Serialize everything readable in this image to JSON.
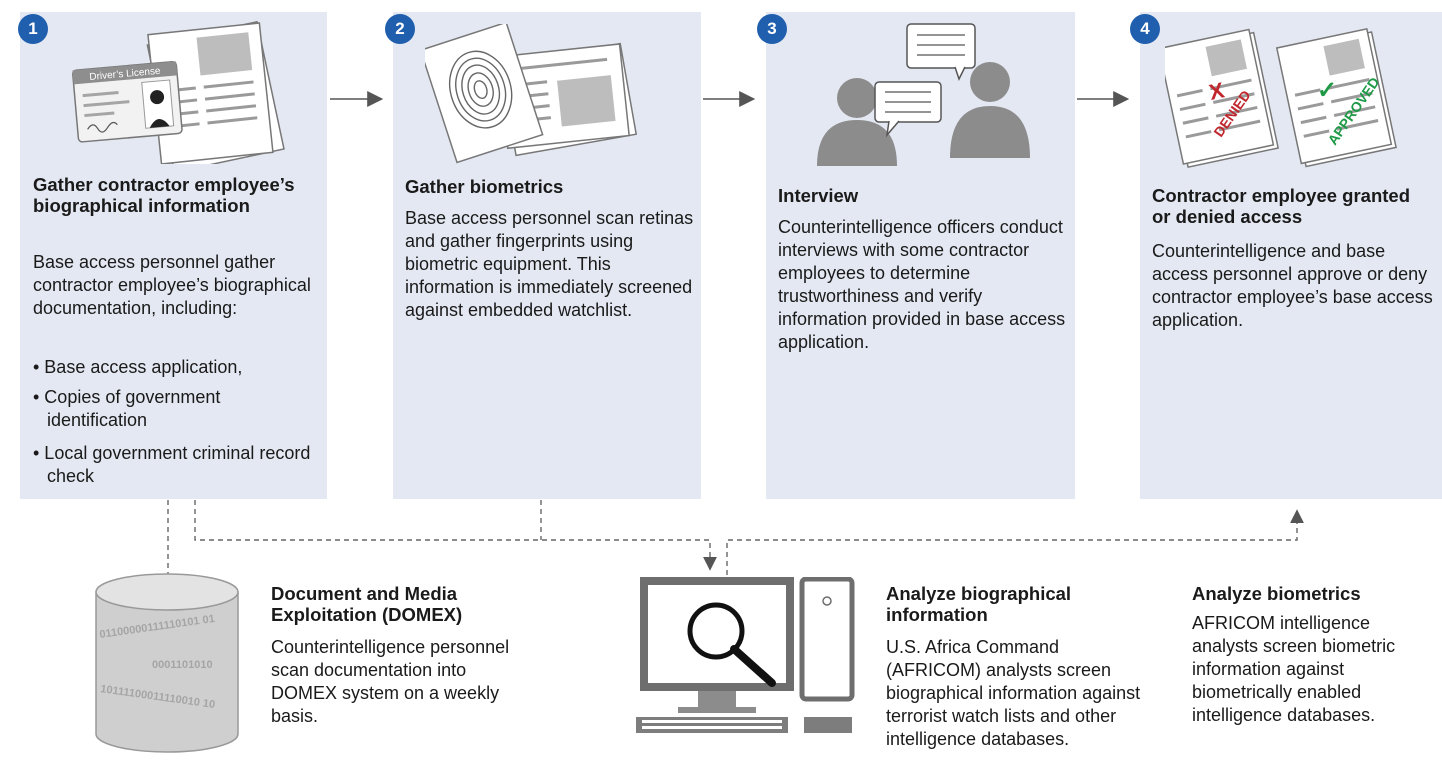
{
  "steps": [
    {
      "number": "1",
      "title": "Gather contractor employee’s biographical information",
      "body": "Base access personnel gather contractor employee’s biographical documentation, including:",
      "bullets": [
        "• Base access application,",
        "• Copies of government identification",
        "• Local government criminal record check"
      ],
      "license_label": "Driver’s License"
    },
    {
      "number": "2",
      "title": "Gather biometrics",
      "body": "Base access personnel  scan retinas and gather fingerprints using biometric equipment. This information is immediately screened against embedded watchlist."
    },
    {
      "number": "3",
      "title": "Interview",
      "body": "Counterintelligence officers conduct interviews with some contractor employees to determine trustworthiness and verify information provided in base access application."
    },
    {
      "number": "4",
      "title": "Contractor employee granted or denied access",
      "body": "Counterintelligence and base access personnel approve or deny contractor employee’s base access application.",
      "denied_label": "DENIED",
      "approved_label": "APPROVED",
      "x_mark": "X",
      "check_mark": "✓"
    }
  ],
  "lower": {
    "domex": {
      "title": "Document and Media Exploitation (DOMEX)",
      "body": "Counterintelligence personnel scan documentation into DOMEX system on a weekly basis.",
      "binary": [
        "01100000111110101 01",
        "0001101010",
        "10111100011110010 10"
      ]
    },
    "bio": {
      "title": "Analyze biographical information",
      "body": "U.S. Africa Command (AFRICOM) analysts screen biographical information against terrorist watch lists and other intelligence databases."
    },
    "biometrics": {
      "title": "Analyze biometrics",
      "body": "AFRICOM intelligence analysts screen biometric information against biometrically enabled intelligence databases."
    }
  },
  "colors": {
    "panel": "#e4e8f2",
    "badge": "#1f5fae",
    "denied": "#c0272d",
    "approved": "#1e9a47",
    "icon_gray": "#8c8c8c"
  }
}
